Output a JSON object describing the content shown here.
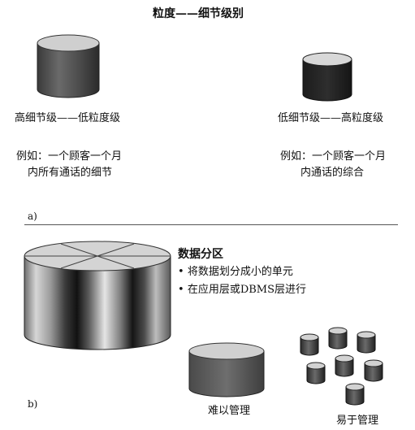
{
  "part_a": {
    "title": "粒度——细节级别",
    "left_caption": "高细节级——低粒度级",
    "right_caption": "低细节级——高粒度级",
    "left_example_line1": "例如：一个顾客一个月",
    "left_example_line2": "内所有通话的细节",
    "right_example_line1": "例如：一个顾客一个月",
    "right_example_line2": "内通话的综合",
    "label": "a)"
  },
  "part_b": {
    "heading": "数据分区",
    "bullets": [
      "将数据划分成小的单元",
      "在应用层或DBMS层进行"
    ],
    "bullet_glyph": "•",
    "hard_caption": "难以管理",
    "easy_caption": "易于管理",
    "label": "b)"
  }
}
